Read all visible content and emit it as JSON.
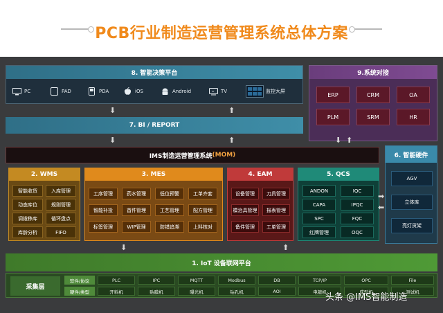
{
  "title": "PCB行业制造运营管理系统总体方案",
  "layer8": {
    "title": "8. 智能决策平台",
    "devices": [
      {
        "icon": "pc-icon",
        "label": "PC"
      },
      {
        "icon": "pad-icon",
        "label": "PAD"
      },
      {
        "icon": "pda-icon",
        "label": "PDA"
      },
      {
        "icon": "apple-icon",
        "label": "iOS"
      },
      {
        "icon": "android-icon",
        "label": "Android"
      },
      {
        "icon": "tv-icon",
        "label": "TV"
      },
      {
        "icon": "monitor-wall-icon",
        "label": "监控大屏"
      }
    ]
  },
  "layer9": {
    "title": "9.系统对接",
    "items": [
      "ERP",
      "CRM",
      "OA",
      "PLM",
      "SRM",
      "HR"
    ]
  },
  "layer7": {
    "title": "7. BI / REPORT"
  },
  "mom": {
    "title_prefix": "IMS制造运营管理系统",
    "title_suffix": "(MOM)"
  },
  "wms": {
    "title": "2. WMS",
    "items": [
      "智能收货",
      "入库管理",
      "动态库位",
      "规则管理",
      "调拨移库",
      "循环盘点",
      "库龄分析",
      "FIFO"
    ]
  },
  "mes": {
    "title": "3. MES",
    "items": [
      "工序管理",
      "药水管理",
      "低位预警",
      "工单齐套",
      "智能补投",
      "首件管理",
      "工艺管理",
      "配方管理",
      "标签管理",
      "WIP管理",
      "防错追溯",
      "上料核对"
    ]
  },
  "eam": {
    "title": "4. EAM",
    "items": [
      "设备管理",
      "刀具管理",
      "模治具管理",
      "报表管理",
      "备件管理",
      "工单管理"
    ]
  },
  "qcs": {
    "title": "5. QCS",
    "items": [
      "ANDON",
      "IQC",
      "CAPA",
      "IPQC",
      "SPC",
      "FQC",
      "红牌管理",
      "OQC"
    ]
  },
  "hardware": {
    "title": "6. 智能硬件",
    "items": [
      "AGV",
      "立体库",
      "亮灯货架"
    ]
  },
  "iot": {
    "title": "1. IoT 设备联网平台"
  },
  "acquisition": {
    "label": "采集层",
    "row1_tag": "软件/协议",
    "row1": [
      "PLC",
      "IPC",
      "MQTT",
      "Modbus",
      "DB",
      "TCP/IP",
      "OPC",
      "File"
    ],
    "row2_tag": "硬件/类型",
    "row2": [
      "开料机",
      "贴膜机",
      "曝光机",
      "钻孔机",
      "AOI",
      "电镀机",
      "成型机",
      "测试机"
    ]
  },
  "watermark": "头条 @IMS智能制造",
  "colors": {
    "title": "#f08a1c",
    "bi_layer": "#3f8ea8",
    "integration": "#7f4b92",
    "wms": "#c48a22",
    "mes": "#e08a1c",
    "eam": "#c03a3a",
    "qcs": "#1f8a78",
    "hardware": "#3a8aaa",
    "iot": "#4f9a36"
  }
}
